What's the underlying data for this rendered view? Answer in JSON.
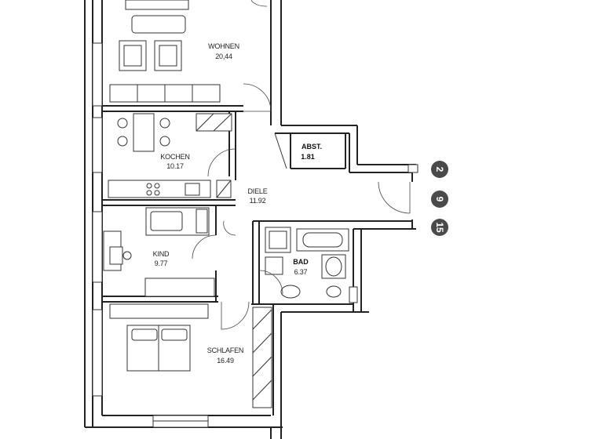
{
  "rooms": [
    {
      "name": "WOHNEN",
      "area": "20,44"
    },
    {
      "name": "KOCHEN",
      "area": "10.17"
    },
    {
      "name": "DIELE",
      "area": "11.92"
    },
    {
      "name": "ABST.",
      "area": "1.81"
    },
    {
      "name": "KIND",
      "area": "9.77"
    },
    {
      "name": "BAD",
      "area": "6.37"
    },
    {
      "name": "SCHLAFEN",
      "area": "16.49"
    }
  ],
  "markers": [
    "2",
    "9",
    "15"
  ],
  "colors": {
    "wall": "#222222",
    "marker": "#4a4a4a"
  }
}
